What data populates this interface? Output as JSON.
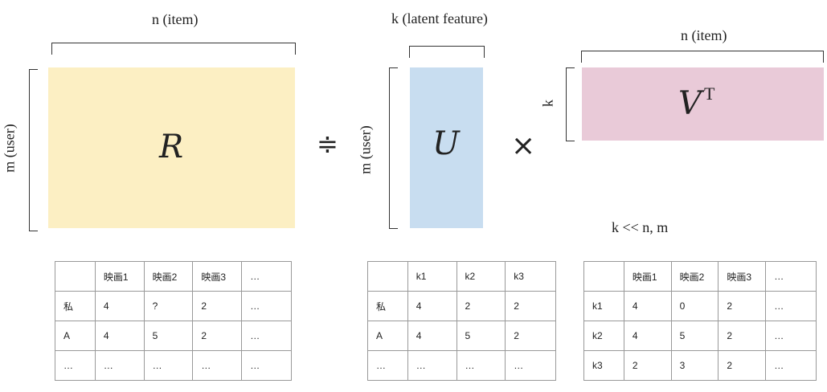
{
  "labels": {
    "r_top": "n (item)",
    "r_side": "m (user)",
    "r_var": "R",
    "approx": "≑",
    "u_top": "k (latent feature)",
    "u_side": "m (user)",
    "u_var": "U",
    "times": "×",
    "v_top": "n (item)",
    "v_side": "k",
    "v_var": "V",
    "v_sup": "T",
    "note": "k << n, m"
  },
  "colors": {
    "r_fill": "#fcefc3",
    "u_fill": "#c8ddf0",
    "v_fill": "#e9cad8"
  },
  "tables": {
    "r": [
      [
        "",
        "映画1",
        "映画2",
        "映画3",
        "…"
      ],
      [
        "私",
        "4",
        "?",
        "2",
        "…"
      ],
      [
        "A",
        "4",
        "5",
        "2",
        "…"
      ],
      [
        "…",
        "…",
        "…",
        "…",
        "…"
      ]
    ],
    "u": [
      [
        "",
        "k1",
        "k2",
        "k3"
      ],
      [
        "私",
        "4",
        "2",
        "2"
      ],
      [
        "A",
        "4",
        "5",
        "2"
      ],
      [
        "…",
        "…",
        "…",
        "…"
      ]
    ],
    "v": [
      [
        "",
        "映画1",
        "映画2",
        "映画3",
        "…"
      ],
      [
        "k1",
        "4",
        "0",
        "2",
        "…"
      ],
      [
        "k2",
        "4",
        "5",
        "2",
        "…"
      ],
      [
        "k3",
        "2",
        "3",
        "2",
        "…"
      ]
    ]
  }
}
